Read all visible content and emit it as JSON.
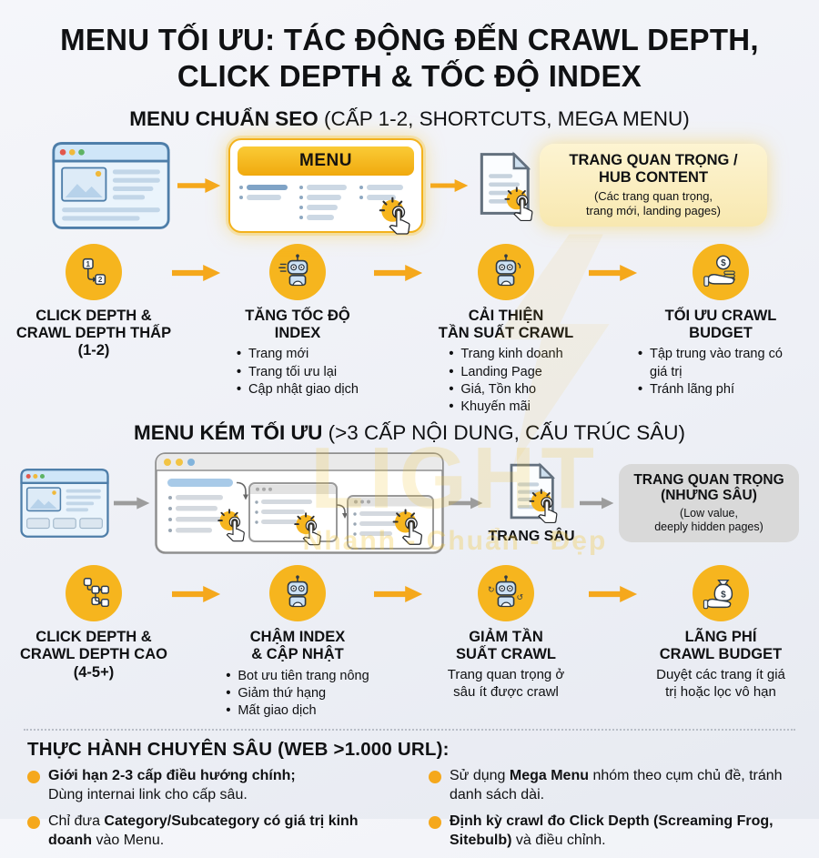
{
  "title": {
    "line1": "MENU TỐI ƯU: TÁC ĐỘNG ĐẾN CRAWL DEPTH,",
    "line2": "CLICK DEPTH & TỐC ĐỘ INDEX"
  },
  "watermark": {
    "word": "LIGHT",
    "tagline": "Nhanh - Chuẩn - Đẹp"
  },
  "section_good": {
    "heading_bold": "MENU CHUẨN SEO",
    "heading_rest": " (CẤP 1-2, SHORTCUTS, MEGA MENU)",
    "menu_label": "MENU",
    "hub_box": {
      "title": "TRANG QUAN TRỌNG /\nHUB CONTENT",
      "subtitle": "(Các trang quan trọng,\ntrang mới, landing pages)"
    },
    "steps": [
      {
        "title": "CLICK DEPTH &\nCRAWL DEPTH THẤP\n(1-2)"
      },
      {
        "title": "TĂNG TỐC ĐỘ INDEX",
        "bullets": [
          "Trang mới",
          "Trang tối ưu lại",
          "Cập nhật giao dịch"
        ]
      },
      {
        "title": "CẢI THIỆN\nTẦN SUẤT CRAWL",
        "bullets": [
          "Trang kinh doanh",
          "Landing Page",
          "Giá, Tồn kho",
          "Khuyến mãi"
        ]
      },
      {
        "title": "TỐI ƯU CRAWL BUDGET",
        "bullets": [
          "Tập trung vào trang có giá trị",
          "Tránh lãng phí"
        ]
      }
    ]
  },
  "section_bad": {
    "heading_bold": "MENU KÉM TỐI ƯU",
    "heading_rest": " (>3 CẤP NỘI DUNG, CẤU TRÚC SÂU)",
    "deep_page_label": "TRANG SÂU",
    "deep_box": {
      "title": "TRANG QUAN TRỌNG\n(NHƯNG SÂU)",
      "subtitle": "(Low value,\ndeeply hidden pages)"
    },
    "steps": [
      {
        "title": "CLICK DEPTH &\nCRAWL DEPTH CAO\n(4-5+)"
      },
      {
        "title": "CHẬM INDEX\n& CẬP NHẬT",
        "bullets": [
          "Bot ưu tiên trang nông",
          "Giảm thứ hạng",
          "Mất giao dịch"
        ]
      },
      {
        "title": "GIẢM TẦN\nSUẤT CRAWL",
        "note": "Trang quan trọng ở\nsâu ít được crawl"
      },
      {
        "title": "LÃNG PHÍ\nCRAWL BUDGET",
        "note": "Duyệt các trang ít giá\ntrị hoặc lọc vô hạn"
      }
    ]
  },
  "practices": {
    "title": "THỰC HÀNH CHUYÊN SÂU (WEB >1.000 URL):",
    "left": [
      {
        "segments": [
          {
            "text": "Giới hạn 2-3 cấp điều hướng chính;",
            "bold": true
          },
          {
            "text": "\nDùng internai link cho cấp sâu.",
            "bold": false
          }
        ]
      },
      {
        "segments": [
          {
            "text": "Chỉ đưa ",
            "bold": false
          },
          {
            "text": "Category/Subcategory có giá trị kinh doanh",
            "bold": true
          },
          {
            "text": " vào Menu.",
            "bold": false
          }
        ]
      }
    ],
    "right": [
      {
        "segments": [
          {
            "text": "Sử dụng ",
            "bold": false
          },
          {
            "text": "Mega Menu",
            "bold": true
          },
          {
            "text": " nhóm theo cụm chủ đề, tránh danh sách dài.",
            "bold": false
          }
        ]
      },
      {
        "segments": [
          {
            "text": "Định kỳ crawl đo Click Depth (Screaming Frog, Sitebulb)",
            "bold": true
          },
          {
            "text": " và điều chỉnh.",
            "bold": false
          }
        ]
      }
    ]
  },
  "colors": {
    "accent_yellow": "#F6B51E",
    "arrow_yellow": "#F5A81C",
    "arrow_gray": "#9C9C9C",
    "hub_box_bg": "#FAEDC2",
    "deep_box_bg": "#D9D9D9",
    "text": "#101113"
  }
}
